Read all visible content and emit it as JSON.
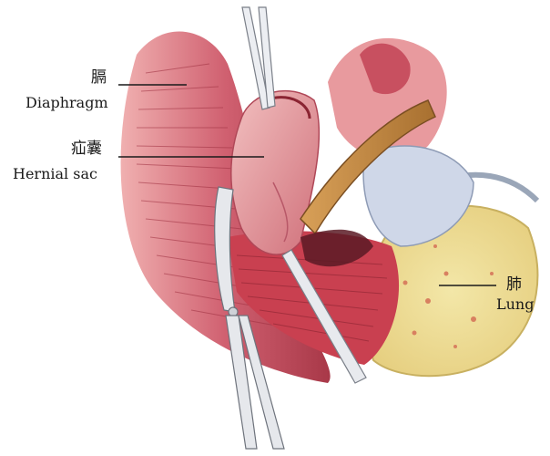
{
  "colors": {
    "background": "#ffffff",
    "tissue_dark": "#c0404f",
    "tissue_mid": "#d8606a",
    "tissue_light": "#eaa0a0",
    "lung": "#e8d890",
    "instrument": "#e4e6ea",
    "leader_line": "#1a1a1a"
  },
  "labels": {
    "diaphragm_cn": "膈",
    "diaphragm_en": "Diaphragm",
    "hernial_sac_cn": "疝囊",
    "hernial_sac_en": "Hernial sac",
    "lung_cn": "肺",
    "lung_en": "Lung"
  },
  "icons": {
    "forceps": "forceps-icon",
    "scissors": "scissors-icon",
    "retractor": "retractor-icon"
  }
}
